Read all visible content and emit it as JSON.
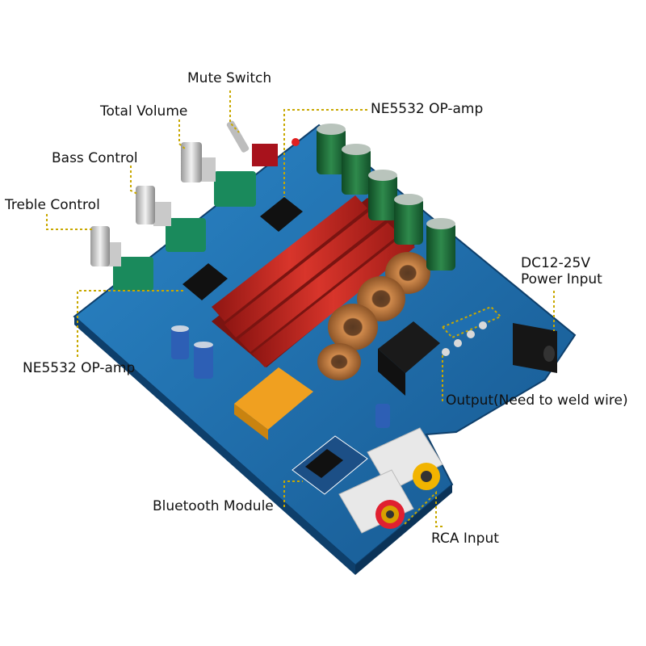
{
  "labels": {
    "mute_switch": "Mute Switch",
    "total_volume": "Total Volume",
    "bass_control": "Bass Control",
    "treble_control": "Treble Control",
    "opamp_top": "NE5532 OP-amp",
    "opamp_left": "NE5532 OP-amp",
    "power_input_line1": "DC12-25V",
    "power_input_line2": "Power Input",
    "output": "Output(Need to weld wire)",
    "bluetooth_module": "Bluetooth Module",
    "rca_input": "RCA Input"
  },
  "colors": {
    "pcb": "#1f6fb0",
    "pcb_dark": "#0e3f6b",
    "heatsink": "#b3231f",
    "copper_coil": "#b8733a",
    "capacitor": "#1e6b3a",
    "pot_body": "#1a8a5c",
    "relay": "#f0a020",
    "leader_line": "#c8a800"
  }
}
